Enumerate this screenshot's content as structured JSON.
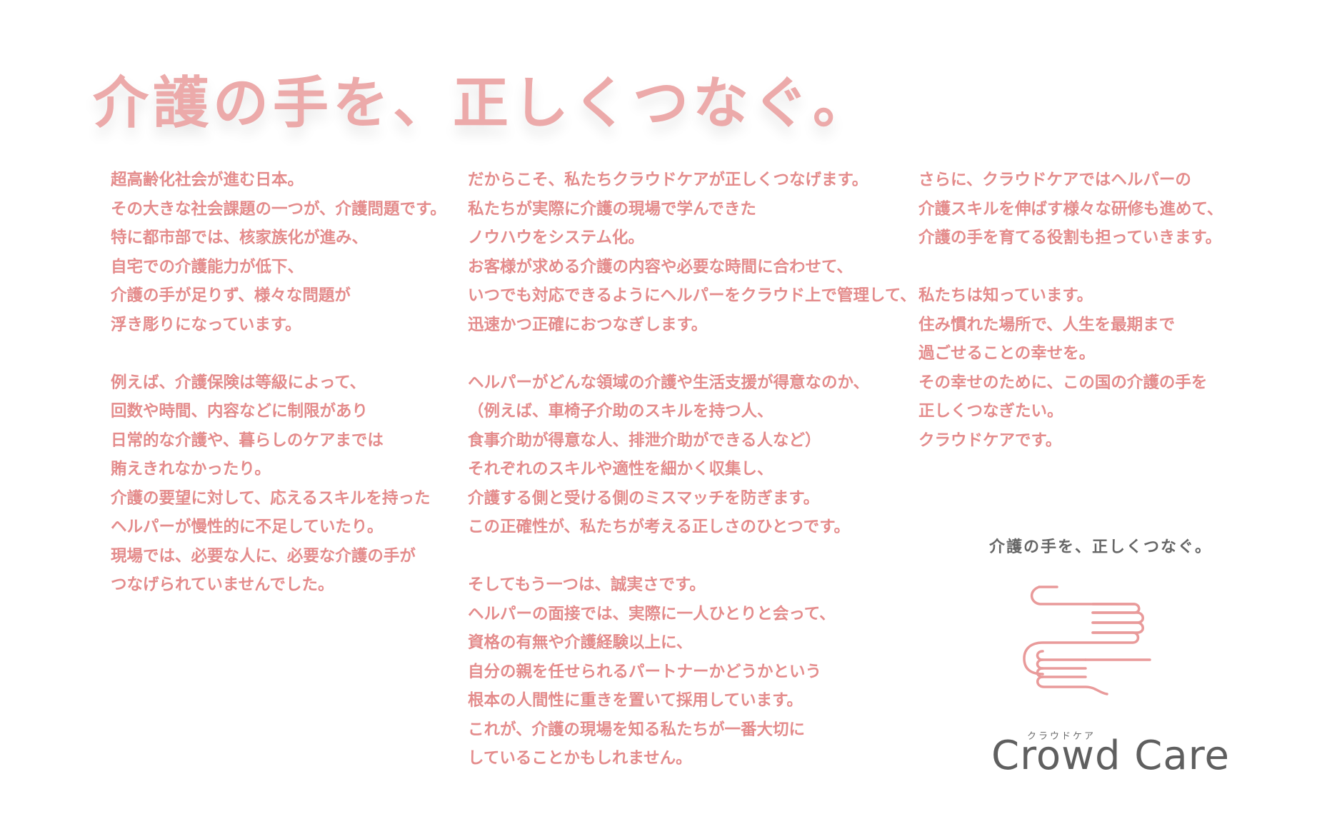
{
  "headline": "介護の手を、正しくつなぐ。",
  "columns": [
    {
      "paragraphs": [
        {
          "lines": [
            "超高齢化社会が進む日本。",
            "その大きな社会課題の一つが、介護問題です。",
            "特に都市部では、核家族化が進み、",
            "自宅での介護能力が低下、",
            "介護の手が足りず、様々な問題が",
            "浮き彫りになっています。"
          ]
        },
        {
          "lines": [
            "例えば、介護保険は等級によって、",
            "回数や時間、内容などに制限があり",
            "日常的な介護や、暮らしのケアまでは",
            "賄えきれなかったり。",
            "介護の要望に対して、応えるスキルを持った",
            "ヘルパーが慢性的に不足していたり。",
            "現場では、必要な人に、必要な介護の手が",
            "つなげられていませんでした。"
          ]
        }
      ]
    },
    {
      "paragraphs": [
        {
          "lines": [
            "だからこそ、私たちクラウドケアが正しくつなげます。",
            "私たちが実際に介護の現場で学んできた",
            "ノウハウをシステム化。",
            "お客様が求める介護の内容や必要な時間に合わせて、",
            "いつでも対応できるようにヘルパーをクラウド上で管理して、",
            "迅速かつ正確におつなぎします。"
          ]
        },
        {
          "lines": [
            "ヘルパーがどんな領域の介護や生活支援が得意なのか、",
            "（例えば、車椅子介助のスキルを持つ人、",
            "食事介助が得意な人、排泄介助ができる人など）",
            "それぞれのスキルや適性を細かく収集し、",
            "介護する側と受ける側のミスマッチを防ぎます。",
            "この正確性が、私たちが考える正しさのひとつです。"
          ]
        },
        {
          "lines": [
            "そしてもう一つは、誠実さです。",
            "ヘルパーの面接では、実際に一人ひとりと会って、",
            "資格の有無や介護経験以上に、",
            "自分の親を任せられるパートナーかどうかという",
            "根本の人間性に重きを置いて採用しています。",
            "これが、介護の現場を知る私たちが一番大切に",
            "していることかもしれません。"
          ]
        }
      ]
    },
    {
      "paragraphs": [
        {
          "lines": [
            "さらに、クラウドケアではヘルパーの",
            "介護スキルを伸ばす様々な研修も進めて、",
            "介護の手を育てる役割も担っていきます。"
          ]
        },
        {
          "lines": [
            "私たちは知っています。",
            "住み慣れた場所で、人生を最期まで",
            "過ごせることの幸せを。",
            "その幸せのために、この国の介護の手を",
            "正しくつなぎたい。",
            "クラウドケアです。"
          ]
        }
      ]
    }
  ],
  "brand": {
    "tagline": "介護の手を、正しくつなぐ。",
    "kana": "クラウドケア",
    "name": "Crowd Care",
    "icon": "hands-logo-icon",
    "logo_color": "#e99a9a",
    "wordmark_color": "#5f5f5f"
  },
  "colors": {
    "headline": "#ecaaaa",
    "body_text": "#e48c8c",
    "background": "#ffffff"
  }
}
